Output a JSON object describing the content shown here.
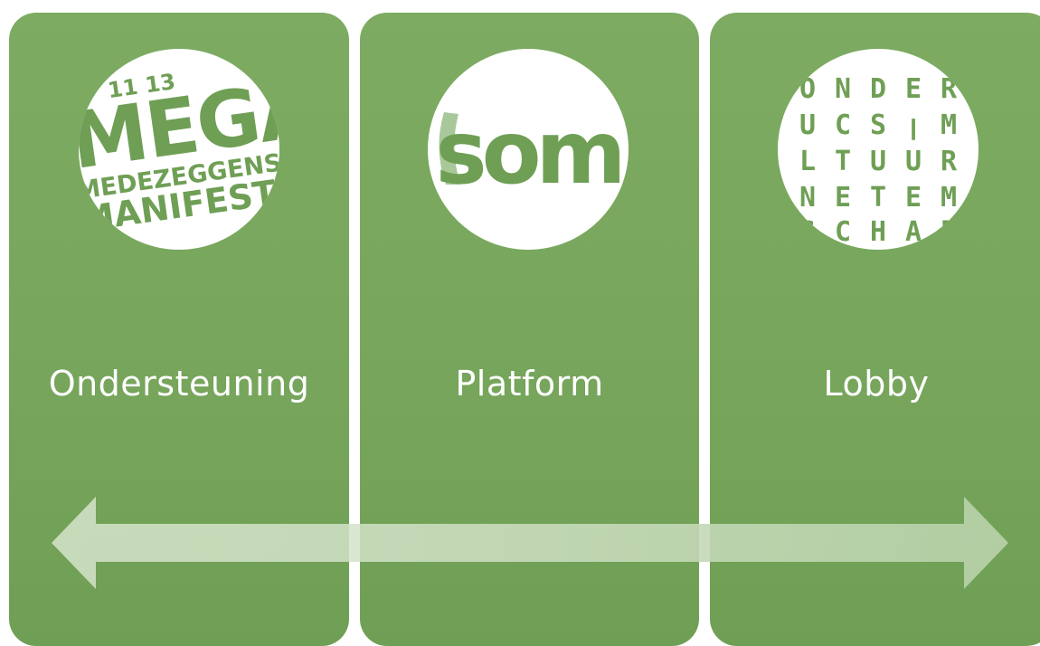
{
  "panels": [
    {
      "label": "Ondersteuning",
      "logo_lines": [
        "11 13",
        "MEGA",
        "MEDEZEGGENSCH",
        "MANIFESTAT"
      ]
    },
    {
      "label": "Platform",
      "logo_text": "som"
    },
    {
      "label": "Lobby",
      "logo_grid": [
        [
          "O",
          "N",
          "D",
          "E",
          "R"
        ],
        [
          "U",
          "C",
          "S",
          "ꞁ",
          "M"
        ],
        [
          "L",
          "T",
          "U",
          "U",
          "R"
        ],
        [
          "N",
          "E",
          "T",
          "E",
          "M"
        ],
        [
          "S",
          "C",
          "H",
          "A",
          "P"
        ]
      ]
    }
  ],
  "colors": {
    "panel_green": "#76a55b",
    "logo_green": "#6f9f55",
    "arrow_fill": "#c9dcbd"
  }
}
